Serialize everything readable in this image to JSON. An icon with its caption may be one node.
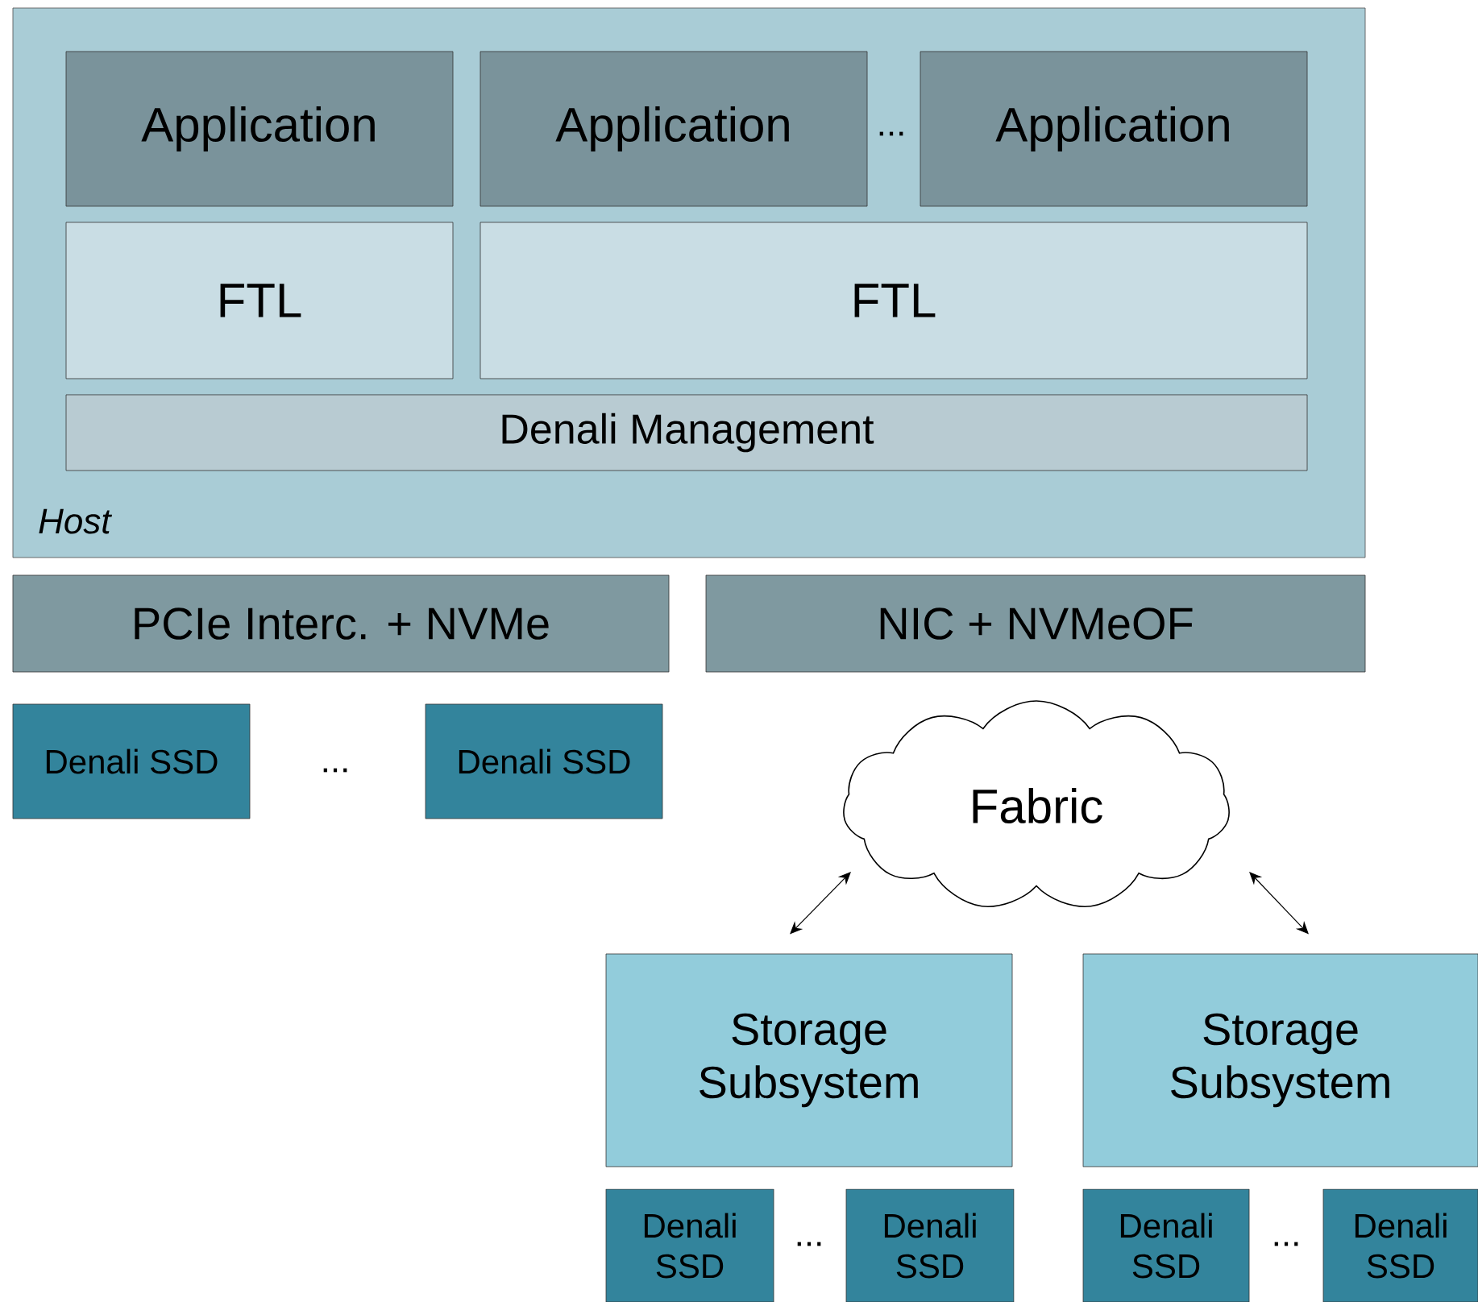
{
  "diagram": {
    "nodes": [
      {
        "text": [
          "Host"
        ]
      },
      {
        "text": [
          "Application"
        ],
        "in": 0
      },
      {
        "text": [
          "Application"
        ],
        "in": 0
      },
      {
        "text": [
          "Application"
        ],
        "in": 0
      },
      {
        "text": [
          "FTL"
        ],
        "in": 0
      },
      {
        "text": [
          "FTL"
        ],
        "in": 0
      },
      {
        "text": [
          "Denali Management"
        ],
        "in": 0
      },
      {
        "text": [
          "PCIe Interc. + NVMe"
        ]
      },
      {
        "text": [
          "NIC + NVMeOF"
        ]
      },
      {
        "text": [
          "Denali SSD"
        ]
      },
      {
        "text": [
          "Denali SSD"
        ]
      },
      {
        "text": [
          "Fabric"
        ]
      },
      {
        "text": [
          "Storage Subsystem"
        ]
      },
      {
        "text": [
          "Storage Subsystem"
        ]
      },
      {
        "text": [
          "Denali SSD"
        ]
      },
      {
        "text": [
          "Denali SSD"
        ]
      },
      {
        "text": [
          "Denali SSD"
        ]
      },
      {
        "text": [
          "Denali SSD"
        ]
      }
    ],
    "edges": [
      {
        "from": 11,
        "to": 12,
        "arrow": "both"
      },
      {
        "from": 11,
        "to": 13,
        "arrow": "both"
      }
    ],
    "labels": [
      "...",
      "...",
      "...",
      "..."
    ]
  }
}
